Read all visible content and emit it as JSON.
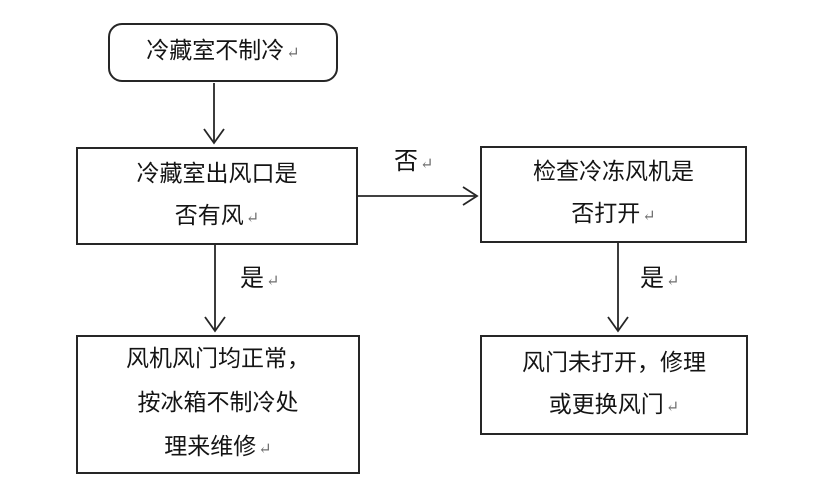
{
  "diagram": {
    "type": "flowchart",
    "background_color": "#ffffff",
    "line_color": "#262626",
    "text_color": "#141414",
    "return_mark_color": "#6f6f6f",
    "return_mark": "↵",
    "nodes": {
      "start": {
        "lines": [
          "冷藏室不制冷"
        ]
      },
      "outlet": {
        "lines": [
          "冷藏室出风口是",
          "否有风"
        ]
      },
      "fan": {
        "lines": [
          "检查冷冻风机是",
          "否打开"
        ]
      },
      "repair_normal": {
        "lines": [
          "风机风门均正常，",
          "按冰箱不制冷处",
          "理来维修"
        ]
      },
      "repair_damper": {
        "lines": [
          "风门未打开，修理",
          "或更换风门"
        ]
      }
    },
    "edge_labels": {
      "no": "否",
      "yes_left": "是",
      "yes_right": "是"
    }
  }
}
